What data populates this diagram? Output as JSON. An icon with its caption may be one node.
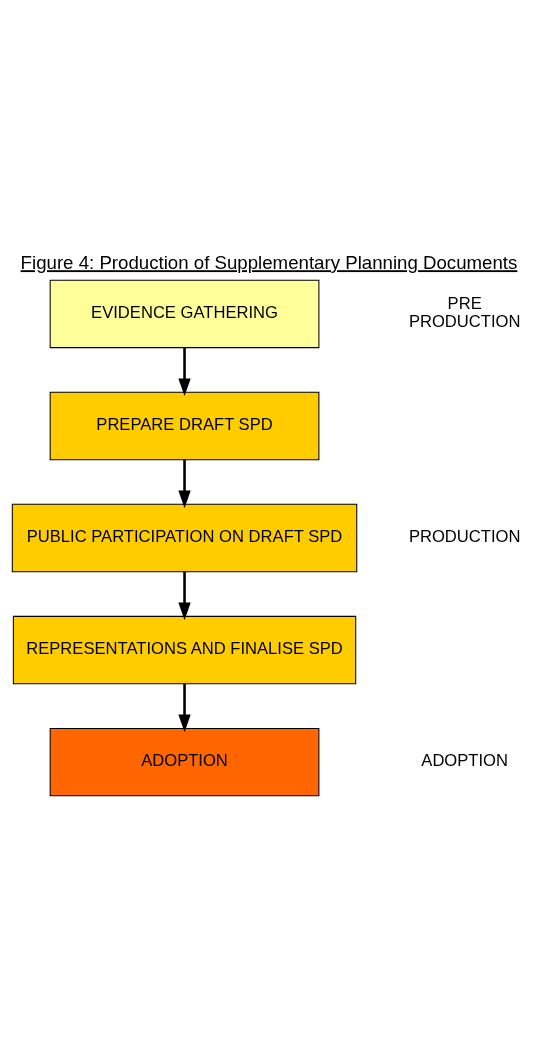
{
  "diagram": {
    "title": "Figure 4: Production of Supplementary Planning Documents",
    "nodes": [
      {
        "text": [
          "EVIDENCE GATHERING"
        ]
      },
      {
        "text": [
          "PREPARE DRAFT SPD"
        ]
      },
      {
        "text": [
          "PUBLIC PARTICIPATION ON DRAFT SPD"
        ]
      },
      {
        "text": [
          "REPRESENTATIONS AND FINALISE SPD"
        ]
      },
      {
        "text": [
          "ADOPTION"
        ]
      }
    ],
    "edges": [
      {
        "from": 0,
        "to": 1,
        "arrow": "to"
      },
      {
        "from": 1,
        "to": 2,
        "arrow": "to"
      },
      {
        "from": 2,
        "to": 3,
        "arrow": "to"
      },
      {
        "from": 3,
        "to": 4,
        "arrow": "to"
      }
    ],
    "labels": [
      "PRE PRODUCTION",
      "PRODUCTION",
      "ADOPTION"
    ]
  }
}
